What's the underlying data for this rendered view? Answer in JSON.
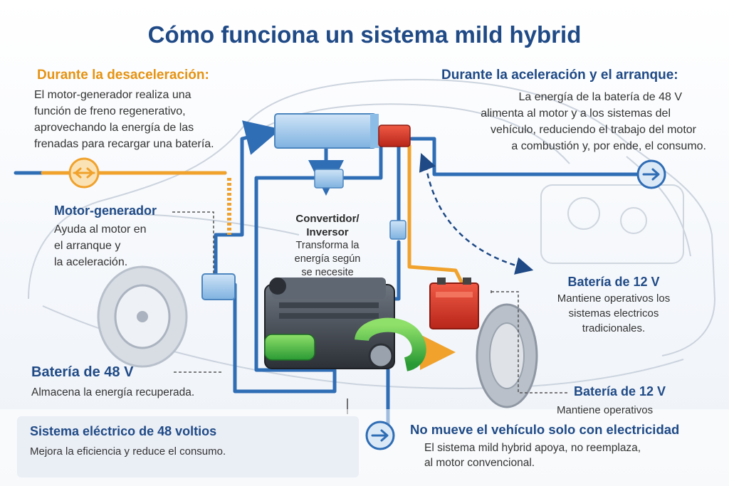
{
  "title": "Cómo funciona un sistema mild hybrid",
  "deceleration": {
    "heading": "Durante la desaceleración:",
    "lines": [
      "El motor-generador realiza una",
      "función de freno regenerativo,",
      "aprovechando la energía de las",
      "frenadas para recargar una batería."
    ]
  },
  "acceleration": {
    "heading": "Durante la aceleración y el arranque:",
    "lines": [
      "La energía de la batería de 48 V",
      "alimenta al motor y a los sistemas del",
      "vehículo, reduciendo el trabajo del motor",
      "a combustión y, por ende, el consumo."
    ]
  },
  "motor_generator": {
    "heading": "Motor-generador",
    "lines": [
      "Ayuda al motor en",
      "el arranque y",
      "la aceleración."
    ]
  },
  "converter": {
    "heading_lines": [
      "Convertidor/",
      "Inversor"
    ],
    "lines": [
      "Transforma la",
      "energía según",
      "se necesite"
    ]
  },
  "battery_12v_upper": {
    "heading": "Batería de 12 V",
    "lines": [
      "Mantiene operativos los",
      "sistemas electricos",
      "tradicionales."
    ]
  },
  "battery_48v": {
    "heading": "Batería de 48 V",
    "text": "Almacena la energía recuperada."
  },
  "battery_12v_lower": {
    "heading": "Batería de 12 V",
    "text": "Mantiene operativos"
  },
  "system_48v": {
    "heading": "Sistema eléctrico de 48 voltios",
    "text": "Mejora la eficiencia y reduce el consumo."
  },
  "no_electric_only": {
    "heading": "No mueve el vehículo solo con electricidad",
    "lines": [
      "El sistema mild hybrid apoya, no reemplaza,",
      "al motor convencional."
    ]
  },
  "colors": {
    "title": "#1f4a86",
    "orange_accent": "#e59314",
    "blue_line": "#2f6db5",
    "battery_red": "#d93a2b",
    "motor_green": "#3bb34a",
    "module_blue": "#9cc6ea"
  }
}
